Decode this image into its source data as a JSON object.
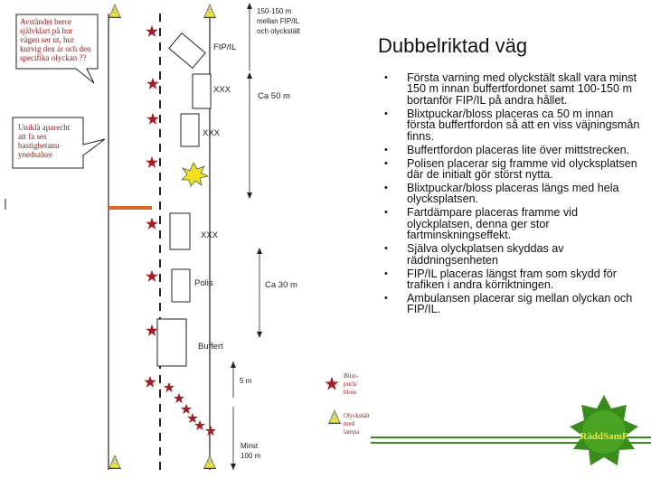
{
  "slide": {
    "title": "Dubbelriktad väg",
    "bullets": [
      "Första varning med olyckstält skall vara minst 150 m innan buffertfordonet samt 100-150 m bortanför FIP/IL på andra hållet.",
      "Blixtpuckar/bloss placeras ca 50 m innan första buffertfordon så att en viss väjningsmån finns.",
      "Buffertfordon placeras lite över mittstrecken.",
      "Polisen placerar sig framme vid olycksplatsen där de initialt gör störst nytta.",
      "Blixtpuckar/bloss placeras längs med hela olycksplatsen.",
      "Fartdämpare placeras framme vid olyckplatsen, denna ger stor fartminskningseffekt.",
      "Själva olyckplatsen skyddas av räddningsenheten",
      "FIP/IL placeras längst fram som skydd för trafiken i andra körriktningen.",
      "Ambulansen placerar sig mellan olyckan och FIP/IL."
    ],
    "bullet_glyph": "•"
  },
  "callouts": {
    "top_left": [
      "Avståndet beror",
      "självklart på hur",
      "vägen ser ut, hur",
      "kurvig den är och den",
      "specifika olyckan ??"
    ],
    "left_middle": [
      "Uniklä aparecht",
      "att fa ses",
      "bastighetanu",
      "ynedsalsre"
    ]
  },
  "labels": {
    "fip": "FIP/IL",
    "xxx1": "XXX",
    "xxx2": "XXX",
    "xxx3": "XXX",
    "polis": "Polis",
    "buffert": "Buffert",
    "dist_top": [
      "150-150 m",
      "mellan FIP/IL",
      "och olyckstält"
    ],
    "ca50_upper": "Ca 50 m",
    "ca30": "Ca 30 m",
    "m5": "5 m",
    "minst": [
      "Minst",
      "100 m"
    ]
  },
  "legend": {
    "star": [
      "Blixt-",
      "puck/",
      "bloss"
    ],
    "cone": [
      "Olyckstält",
      "med",
      "lampa"
    ]
  },
  "colors": {
    "star": "#a51d24",
    "cone": "#e8e23a",
    "barrier": "#d9652a",
    "flash": "#f2e21a",
    "logo_green": "#3a8d1c",
    "logo_text": "#f3e33c",
    "callout_text": "#8b1a1a"
  },
  "logo": {
    "text": "RäddSamF"
  }
}
